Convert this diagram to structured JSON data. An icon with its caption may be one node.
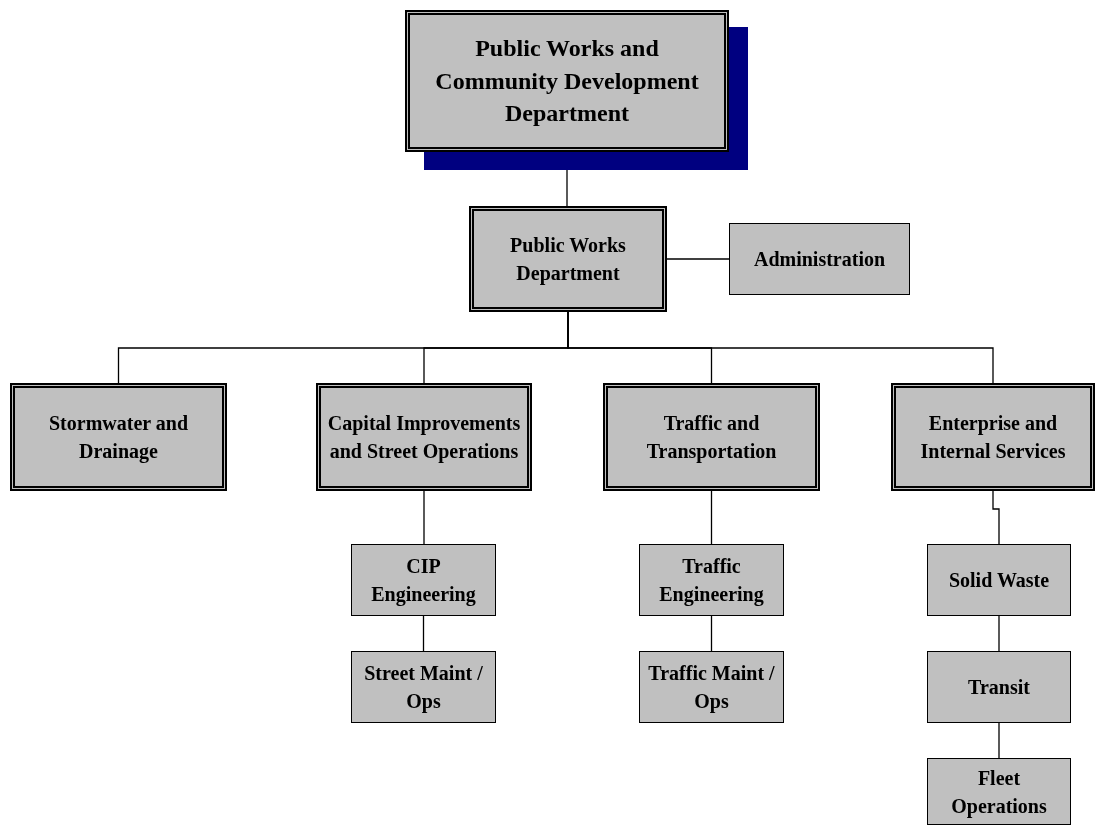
{
  "diagram": {
    "nodes": [
      {
        "text": [
          "Public Works and Community Development Department"
        ]
      },
      {
        "text": [
          "Public Works Department"
        ]
      },
      {
        "text": [
          "Administration"
        ]
      },
      {
        "text": [
          "Stormwater and Drainage"
        ]
      },
      {
        "text": [
          "Capital Improvements and Street Operations"
        ]
      },
      {
        "text": [
          "Traffic and Transportation"
        ]
      },
      {
        "text": [
          "Enterprise and Internal Services"
        ]
      },
      {
        "text": [
          "CIP Engineering"
        ]
      },
      {
        "text": [
          "Street Maint / Ops"
        ]
      },
      {
        "text": [
          "Traffic Engineering"
        ]
      },
      {
        "text": [
          "Traffic Maint / Ops"
        ]
      },
      {
        "text": [
          "Solid Waste"
        ]
      },
      {
        "text": [
          "Transit"
        ]
      },
      {
        "text": [
          "Fleet Operations"
        ]
      }
    ],
    "edges": [
      {
        "from": 0,
        "to": 1,
        "arrow": "none"
      },
      {
        "from": 1,
        "to": 2,
        "arrow": "none"
      },
      {
        "from": 1,
        "to": 3,
        "arrow": "none"
      },
      {
        "from": 1,
        "to": 4,
        "arrow": "none"
      },
      {
        "from": 1,
        "to": 5,
        "arrow": "none"
      },
      {
        "from": 1,
        "to": 6,
        "arrow": "none"
      },
      {
        "from": 4,
        "to": 7,
        "arrow": "none"
      },
      {
        "from": 7,
        "to": 8,
        "arrow": "none"
      },
      {
        "from": 5,
        "to": 9,
        "arrow": "none"
      },
      {
        "from": 9,
        "to": 10,
        "arrow": "none"
      },
      {
        "from": 6,
        "to": 11,
        "arrow": "none"
      },
      {
        "from": 11,
        "to": 12,
        "arrow": "none"
      },
      {
        "from": 12,
        "to": 13,
        "arrow": "none"
      }
    ]
  }
}
